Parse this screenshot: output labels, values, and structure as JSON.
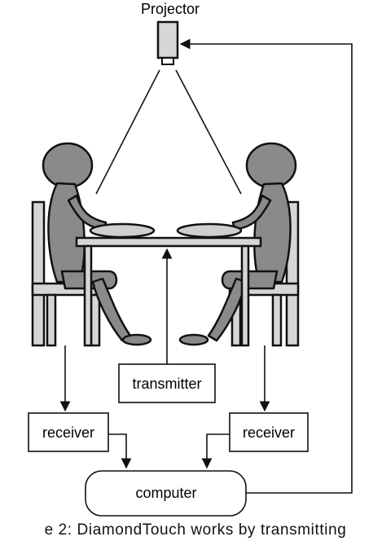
{
  "diagram": {
    "projector_label": "Projector",
    "transmitter_label": "transmitter",
    "receiver_left_label": "receiver",
    "receiver_right_label": "receiver",
    "computer_label": "computer"
  },
  "caption": "e 2: DiamondTouch works by transmitting",
  "colors": {
    "person_fill": "#8a8a8a",
    "chair_fill": "#d6d6d6",
    "surface_fill": "#cfcfcf",
    "line": "#111111"
  }
}
